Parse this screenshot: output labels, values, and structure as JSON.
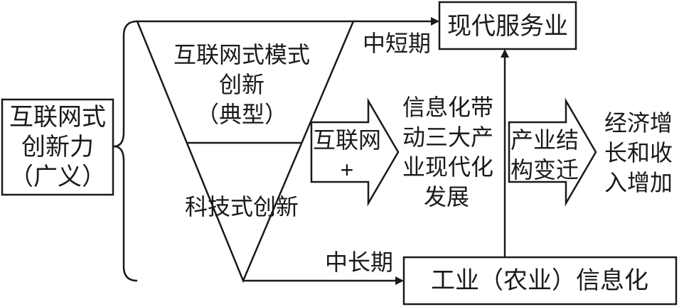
{
  "left_box": {
    "line1": "互联网式",
    "line2": "创新力",
    "line3": "（广义）"
  },
  "triangle": {
    "top_line1": "互联网式模式",
    "top_line2": "创新",
    "top_line3": "（典型）",
    "bottom": "科技式创新"
  },
  "arrows": {
    "short_term": "中短期",
    "mid_long_term": "中长期",
    "internet_plus_line1": "互联网",
    "internet_plus_line2": "+",
    "structure_line1": "产业结",
    "structure_line2": "构变迁"
  },
  "boxes": {
    "modern_service": "现代服务业",
    "industrial_info": "工业（农业）信息化"
  },
  "middle_text": {
    "line1": "信息化带",
    "line2": "动三大产",
    "line3": "业现代化",
    "line4": "发展"
  },
  "right_text": {
    "line1": "经济增",
    "line2": "长和收",
    "line3": "入增加"
  }
}
